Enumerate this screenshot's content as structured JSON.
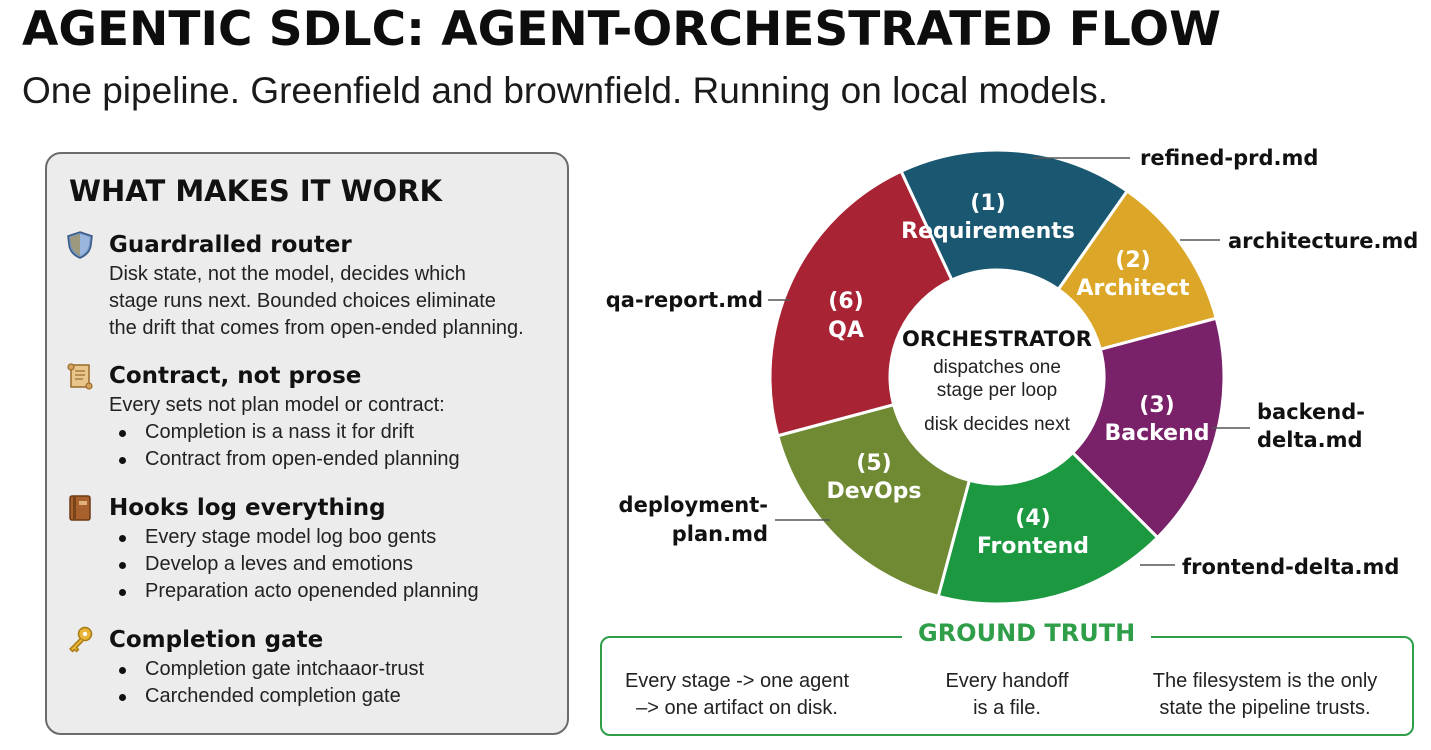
{
  "header": {
    "title": "AGENTIC SDLC: AGENT-ORCHESTRATED FLOW",
    "subtitle": "One pipeline. Greenfield and brownfield. Running on local models."
  },
  "panel": {
    "title": "WHAT MAKES IT WORK",
    "items": [
      {
        "icon": "shield-icon",
        "title": "Guardralled router",
        "desc": [
          "Disk state, not the model, decides which",
          "stage runs next. Bounded choices eliminate",
          "the drift that comes from open-ended planning."
        ]
      },
      {
        "icon": "scroll-icon",
        "title": "Contract, not prose",
        "desc": [
          "Every sets not plan model or contract:"
        ],
        "bullets": [
          "Completion is a nass it for drift",
          "Contract from open-ended planning"
        ]
      },
      {
        "icon": "book-icon",
        "title": "Hooks log everything",
        "bullets": [
          "Every stage model log boo ɡents",
          "Develop a leves and emotions",
          "Preparation acto openended planning"
        ]
      },
      {
        "icon": "key-icon",
        "title": "Completion gate",
        "bullets": [
          "Completion gate intchaaor-trust",
          "Carchended completion gate"
        ]
      }
    ]
  },
  "cycle": {
    "center": {
      "title": "ORCHESTRATOR",
      "lines": [
        "dispatches one",
        "stage per loop",
        "disk decides next"
      ]
    },
    "stages": [
      {
        "number": "(1)",
        "label": "Requirements",
        "color": "#1a5872",
        "artifact": [
          "refined-prd.md"
        ]
      },
      {
        "number": "(2)",
        "label": "Architect",
        "color": "#dca728",
        "artifact": [
          "architecture.md"
        ]
      },
      {
        "number": "(3)",
        "label": "Backend",
        "color": "#7a2269",
        "artifact": [
          "backend-",
          "delta.md"
        ]
      },
      {
        "number": "(4)",
        "label": "Frontend",
        "color": "#1b9840",
        "artifact": [
          "frontend-delta.md"
        ]
      },
      {
        "number": "(5)",
        "label": "DevOps",
        "color": "#6f8a33",
        "artifact": [
          "deployment-",
          "plan.md"
        ]
      },
      {
        "number": "(6)",
        "label": "QA",
        "color": "#a82334",
        "artifact": [
          "qa-report.md"
        ]
      }
    ]
  },
  "ground_truth": {
    "title": "GROUND TRUTH",
    "columns": [
      [
        "Every stage -> one agent",
        "–> one artifact on disk."
      ],
      [
        "Every handoff",
        "is a file."
      ],
      [
        "The filesystem is the only",
        "state the pipeline trusts."
      ]
    ]
  }
}
